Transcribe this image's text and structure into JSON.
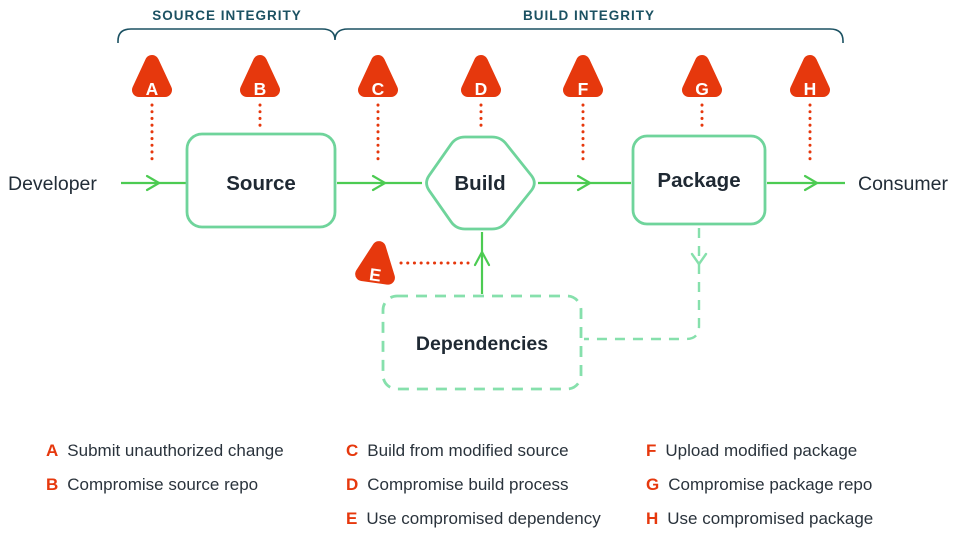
{
  "groups": {
    "source_integrity": "SOURCE INTEGRITY",
    "build_integrity": "BUILD INTEGRITY"
  },
  "nodes": {
    "developer": "Developer",
    "source": "Source",
    "build": "Build",
    "package": "Package",
    "dependencies": "Dependencies",
    "consumer": "Consumer"
  },
  "threats": [
    {
      "id": "A",
      "label": "Submit unauthorized change"
    },
    {
      "id": "B",
      "label": "Compromise source repo"
    },
    {
      "id": "C",
      "label": "Build from modified source"
    },
    {
      "id": "D",
      "label": "Compromise build process"
    },
    {
      "id": "E",
      "label": "Use compromised dependency"
    },
    {
      "id": "F",
      "label": "Upload modified package"
    },
    {
      "id": "G",
      "label": "Compromise package repo"
    },
    {
      "id": "H",
      "label": "Use compromised package"
    }
  ],
  "colors": {
    "threat_red": "#E6380D",
    "flow_green": "#4CCB52",
    "node_border_green": "#6FD49B",
    "dependencies_green": "#86E0AC",
    "bracket_teal": "#1B5162",
    "text_dark": "#222D38"
  }
}
